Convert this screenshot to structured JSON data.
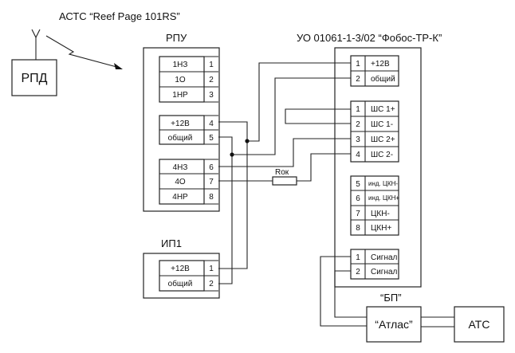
{
  "labels": {
    "astc_title": "АСТС “Reef Page 101RS”",
    "rpd": "РПД",
    "rpu": "РПУ",
    "uo_title": "УО 01061-1-3/02 “Фобос-ТР-К”",
    "ip1": "ИП1",
    "rok": "Rок",
    "bp": "“БП”",
    "atlas": "“Атлас”",
    "ats": "АТС"
  },
  "rpu_terminals": [
    {
      "label": "1НЗ",
      "num": "1"
    },
    {
      "label": "1О",
      "num": "2"
    },
    {
      "label": "1НР",
      "num": "3"
    },
    {
      "label": "+12В",
      "num": "4"
    },
    {
      "label": "общий",
      "num": "5"
    },
    {
      "label": "4НЗ",
      "num": "6"
    },
    {
      "label": "4О",
      "num": "7"
    },
    {
      "label": "4НР",
      "num": "8"
    }
  ],
  "ip1_terminals": [
    {
      "label": "+12В",
      "num": "1"
    },
    {
      "label": "общий",
      "num": "2"
    }
  ],
  "uo_terminals": [
    {
      "num": "1",
      "label": "+12В"
    },
    {
      "num": "2",
      "label": "общий"
    },
    {
      "num": "1",
      "label": "ШС 1+"
    },
    {
      "num": "2",
      "label": "ШС 1-"
    },
    {
      "num": "3",
      "label": "ШС 2+"
    },
    {
      "num": "4",
      "label": "ШС 2-"
    },
    {
      "num": "5",
      "label": "инд. ЦКН-"
    },
    {
      "num": "6",
      "label": "инд. ЦКН+"
    },
    {
      "num": "7",
      "label": "ЦКН-"
    },
    {
      "num": "8",
      "label": "ЦКН+"
    },
    {
      "num": "1",
      "label": "Сигнал"
    },
    {
      "num": "2",
      "label": "Сигнал"
    }
  ]
}
